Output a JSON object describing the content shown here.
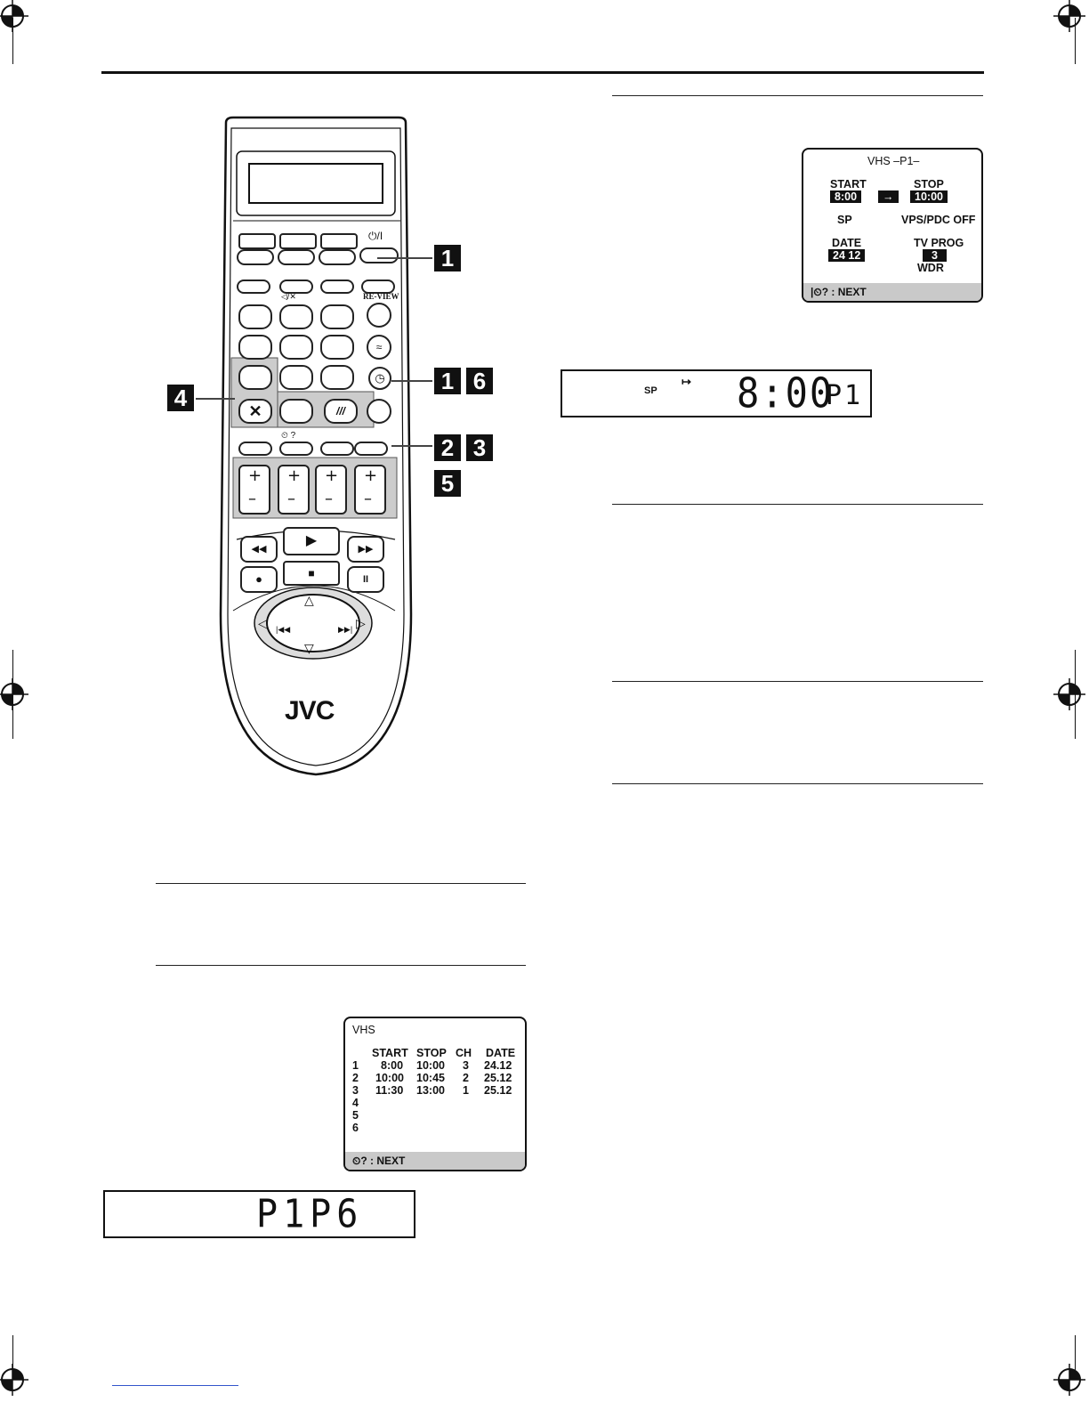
{
  "remote": {
    "power_label": "⏻/I",
    "mute_label": "◁/✕",
    "review_label": "RE-VIEW",
    "timer_btn_label": "⏲ ?",
    "brand": "JVC",
    "step_badges": [
      "1",
      "1",
      "6",
      "4",
      "2",
      "3",
      "5"
    ]
  },
  "program_screen": {
    "title": "VHS  –P1–",
    "start_label": "START",
    "start_value": "8:00",
    "arrow": "→",
    "stop_label": "STOP",
    "stop_value": "10:00",
    "speed": "SP",
    "vps_pdc": "VPS/PDC OFF",
    "date_label": "DATE",
    "date_value": "24 12",
    "tv_prog_label": "TV PROG",
    "tv_prog_value": "3",
    "station": "WDR",
    "footer": "|⏲? : NEXT"
  },
  "lcd_top": {
    "speed": "SP",
    "indicator": "↦",
    "time": "8:00",
    "program": "P1"
  },
  "list_screen": {
    "title": "VHS",
    "headers": [
      "START",
      "STOP",
      "CH",
      "DATE"
    ],
    "rows": [
      {
        "no": "1",
        "start": "8:00",
        "stop": "10:00",
        "ch": "3",
        "date": "24.12"
      },
      {
        "no": "2",
        "start": "10:00",
        "stop": "10:45",
        "ch": "2",
        "date": "25.12"
      },
      {
        "no": "3",
        "start": "11:30",
        "stop": "13:00",
        "ch": "1",
        "date": "25.12"
      },
      {
        "no": "4",
        "start": "",
        "stop": "",
        "ch": "",
        "date": ""
      },
      {
        "no": "5",
        "start": "",
        "stop": "",
        "ch": "",
        "date": ""
      },
      {
        "no": "6",
        "start": "",
        "stop": "",
        "ch": "",
        "date": ""
      }
    ],
    "footer": "⏲? : NEXT"
  },
  "lcd_bottom": {
    "text": "P1P6"
  }
}
